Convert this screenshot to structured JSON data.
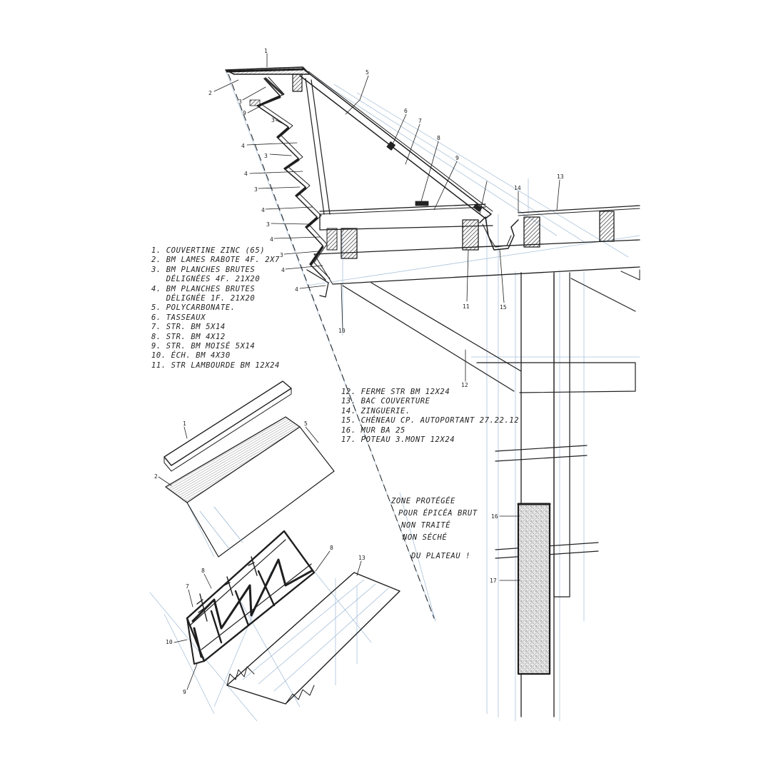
{
  "legend_a": [
    "1. couvertine zinc (65)",
    "2. BM lames rabote 4F. 2x7",
    "3. BM planches brutes",
    "   délignées 4F. 21x20",
    "4. BM planches brutes",
    "   délignée 1F. 21x20",
    "5. polycarbonate.",
    "6. tasseaux",
    "7. STR. BM 5x14",
    "8. STR. BM 4x12",
    "9. STR. BM moisé 5x14",
    "10. éch. BM 4x30",
    "11. STR lambourde BM 12x24"
  ],
  "legend_b": [
    "12. ferme STR BM 12x24",
    "13. bac couverture",
    "14. zinguerie.",
    "15. chéneau CP. autoportant 27.22.12",
    "16. mur BA 25",
    "17. poteau 3.mont 12x24"
  ],
  "note": [
    "zone protégée",
    "pour épicéa brut",
    "non traité",
    "non séché",
    "du plateau !"
  ],
  "callouts": {
    "c1": "1",
    "c2": "2",
    "c3a": "3",
    "c9a": "9",
    "c3b": "3",
    "c4a": "4",
    "c3c": "3",
    "c4b": "4",
    "c3d": "3",
    "c4c": "4",
    "c3e": "3",
    "c4d": "4",
    "c3f": "3",
    "c4e": "4",
    "c4f": "4",
    "c5": "5",
    "c6": "6",
    "c7": "7",
    "c8": "8",
    "c9b": "9",
    "c10": "10",
    "c11": "11",
    "c12": "12",
    "c13": "13",
    "c14": "14",
    "c15": "15",
    "c16": "16",
    "c17": "17",
    "e1": "1",
    "e2": "2",
    "e5": "5",
    "e7": "7",
    "e8a": "8",
    "e8b": "8",
    "e13": "13",
    "e10": "10",
    "e9": "9"
  },
  "colors": {
    "ink": "#1e1e1e",
    "pencil": "#9cb8d4",
    "hatch": "#3a3a3a"
  }
}
